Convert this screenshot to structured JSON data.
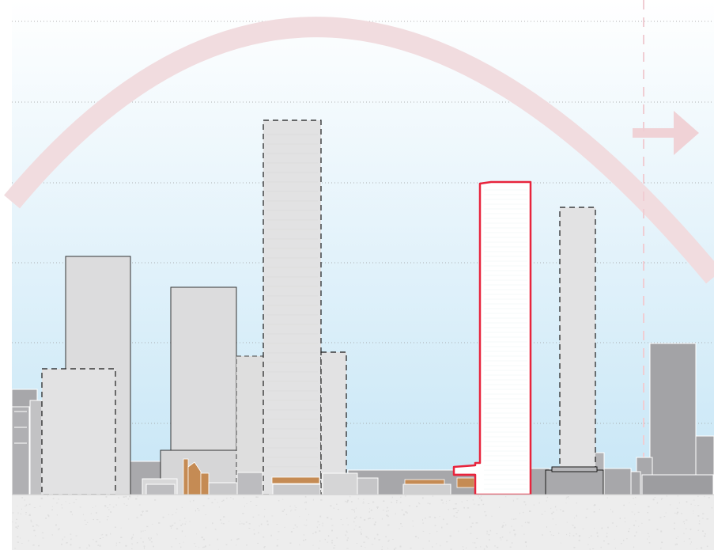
{
  "diagram": {
    "type": "skyline-elevation-with-sun-path",
    "text_labels": [],
    "colors": {
      "sky_top": "#ffffff",
      "sky_bottom": "#c7e6f6",
      "ground": "#ededed",
      "ground_speckle": "#dedede",
      "gridline": "#9a9a9a",
      "sun_path": "#f1dcdf",
      "direction_marker": "#f0d2d6",
      "proposed_outline": "#e8243c",
      "proposed_fill": "#ffffff",
      "approved_fill": "#e2e2e3",
      "approved_outline": "#1a1a1a",
      "existing_light": "#dcdcdd",
      "existing_dark": "#a1a1a4",
      "heritage": "#c58b54",
      "background_mass": "#a6a6a9"
    },
    "gridlines": {
      "count": 6,
      "style": "dotted"
    },
    "legend_meaning": {
      "proposed_building": "red-outline",
      "approved_buildings": "dashed-outline",
      "existing_buildings": "solid-outline",
      "heritage_buildings": "orange-fill"
    },
    "sun_path": {
      "direction": "left-to-right",
      "arrow": "right"
    }
  }
}
